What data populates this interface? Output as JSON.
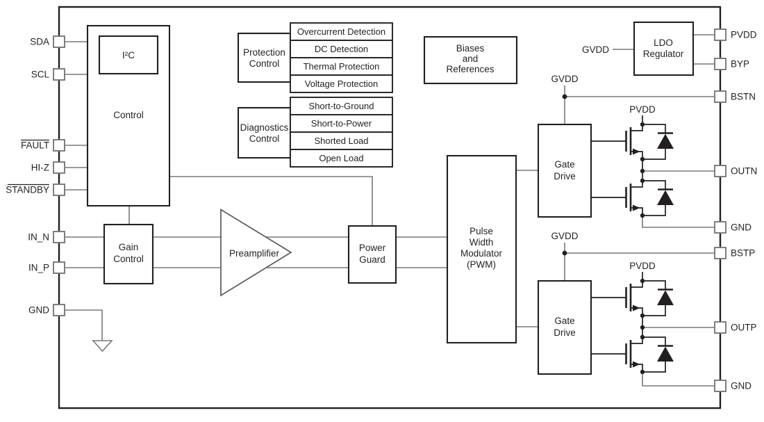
{
  "pins": {
    "left": [
      {
        "label": "SDA",
        "overline": false
      },
      {
        "label": "SCL",
        "overline": false
      },
      {
        "label": "FAULT",
        "overline": true
      },
      {
        "label": "HI-Z",
        "overline": false
      },
      {
        "label": "STANDBY",
        "overline": true
      },
      {
        "label": "IN_N",
        "overline": false
      },
      {
        "label": "IN_P",
        "overline": false
      },
      {
        "label": "GND",
        "overline": false
      }
    ],
    "right": [
      {
        "label": "PVDD"
      },
      {
        "label": "BYP"
      },
      {
        "label": "BSTN"
      },
      {
        "label": "OUTN"
      },
      {
        "label": "GND"
      },
      {
        "label": "BSTP"
      },
      {
        "label": "OUTP"
      },
      {
        "label": "GND"
      }
    ]
  },
  "blocks": {
    "i2c": "I²C",
    "control": "Control",
    "gain_control": [
      "Gain",
      "Control"
    ],
    "preamplifier": "Preamplifier",
    "power_guard": [
      "Power",
      "Guard"
    ],
    "pwm": [
      "Pulse",
      "Width",
      "Modulator",
      "(PWM)"
    ],
    "gate_drive": [
      "Gate",
      "Drive"
    ],
    "ldo_regulator": [
      "LDO",
      "Regulator"
    ],
    "biases": [
      "Biases",
      "and",
      "References"
    ],
    "protection_control": [
      "Protection",
      "Control"
    ],
    "diagnostics_control": [
      "Diagnostics",
      "Control"
    ]
  },
  "protection_items": [
    "Overcurrent Detection",
    "DC Detection",
    "Thermal Protection",
    "Voltage Protection"
  ],
  "diagnostics_items": [
    "Short-to-Ground",
    "Short-to-Power",
    "Shorted Load",
    "Open Load"
  ],
  "net_labels": {
    "gvdd": "GVDD",
    "pvdd": "PVDD"
  },
  "colors": {
    "outline": "#231F20",
    "wire": "#77787B",
    "background": "#FFFFFF"
  }
}
